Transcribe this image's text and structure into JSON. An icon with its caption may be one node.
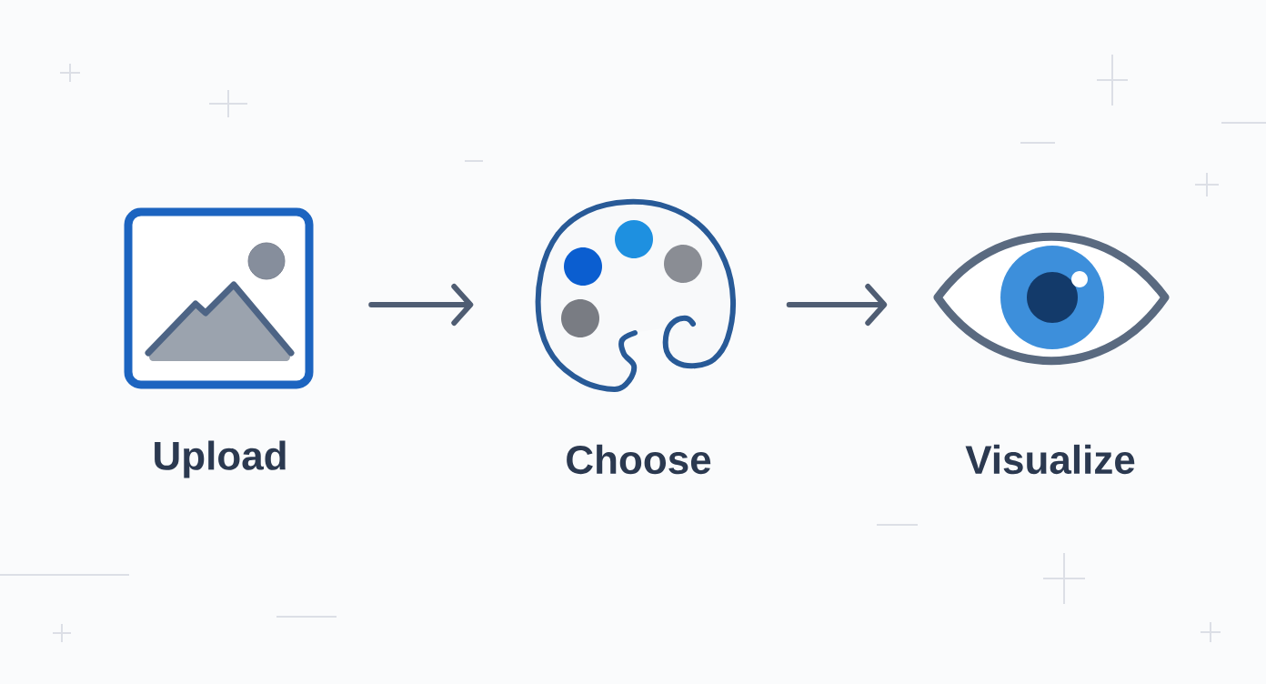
{
  "diagram": {
    "nodes": [
      {
        "text": [],
        "shape": "picture",
        "beside": [
          "Upload"
        ]
      },
      {
        "text": [],
        "shape": "picture",
        "beside": [
          "Choose"
        ]
      },
      {
        "text": [],
        "shape": "picture",
        "beside": [
          "Visualize"
        ]
      }
    ],
    "edges": [
      {
        "from": 0,
        "to": 1,
        "arrow": "to"
      },
      {
        "from": 1,
        "to": 2,
        "arrow": "to"
      }
    ]
  }
}
